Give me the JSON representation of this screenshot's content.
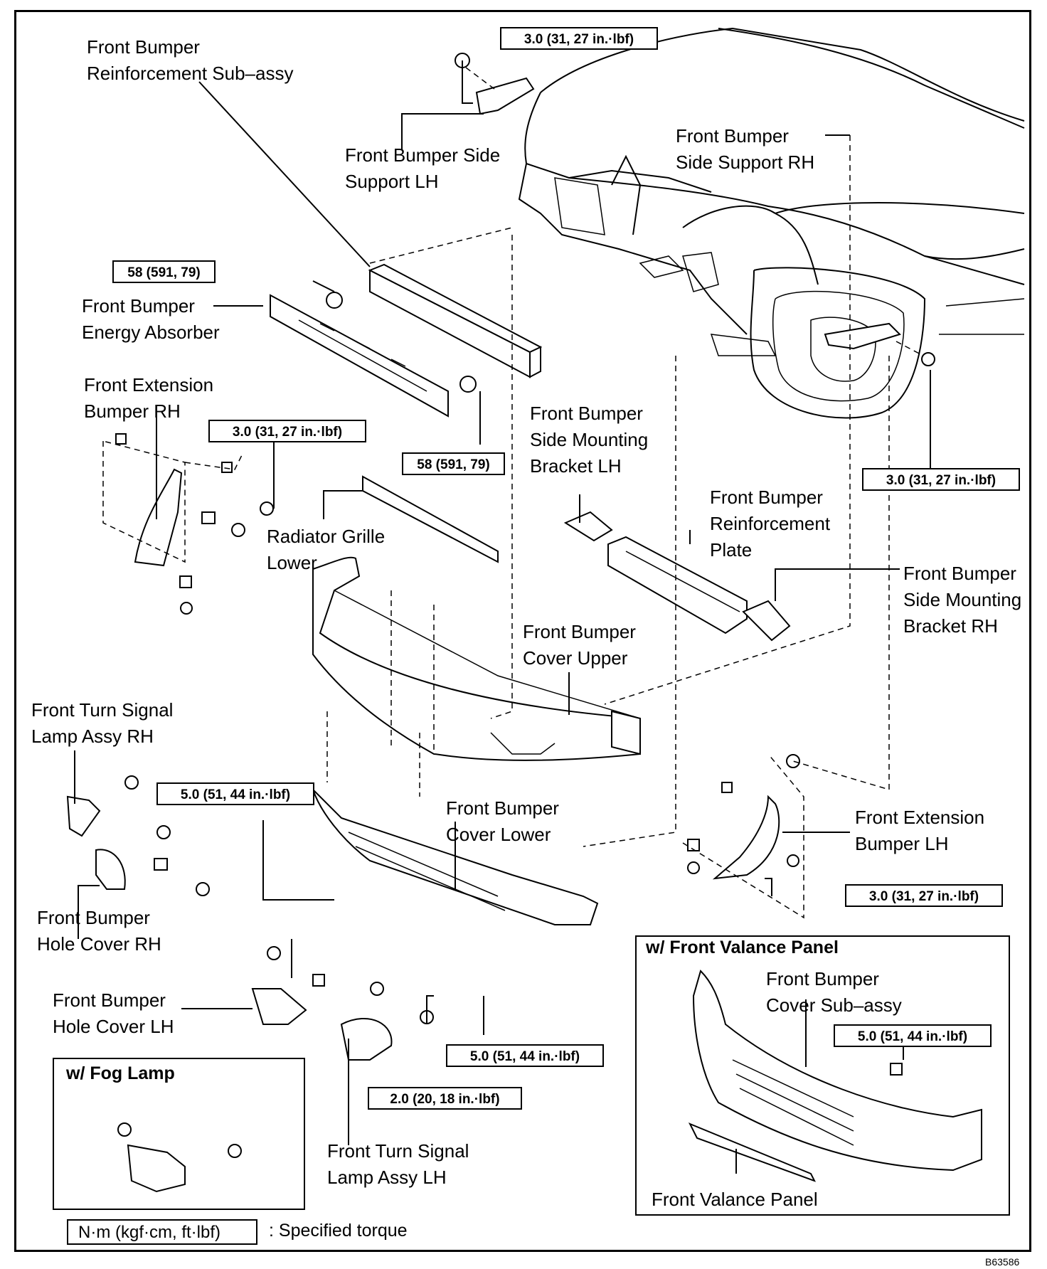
{
  "labels": {
    "reinforcement": "Front Bumper\nReinforcement Sub–assy",
    "side_support_lh": "Front Bumper Side\nSupport LH",
    "side_support_rh": "Front Bumper\nSide Support RH",
    "energy_absorber": "Front Bumper\nEnergy Absorber",
    "extension_rh": "Front Extension\nBumper RH",
    "radiator_grille_lower": "Radiator Grille\nLower",
    "side_mounting_bracket_lh": "Front Bumper\nSide Mounting\nBracket LH",
    "reinforcement_plate": "Front Bumper\nReinforcement\nPlate",
    "side_mounting_bracket_rh": "Front Bumper\nSide Mounting\nBracket RH",
    "cover_upper": "Front Bumper\nCover Upper",
    "turn_signal_rh": "Front Turn Signal\nLamp Assy RH",
    "cover_lower": "Front Bumper\nCover Lower",
    "extension_lh": "Front Extension\nBumper LH",
    "hole_cover_rh": "Front Bumper\nHole Cover RH",
    "hole_cover_lh": "Front Bumper\nHole Cover LH",
    "turn_signal_lh": "Front Turn Signal\nLamp Assy LH",
    "cover_sub_assy": "Front Bumper\nCover Sub–assy",
    "valance_panel": "Front Valance Panel"
  },
  "torques": {
    "t_side_support_lh": "3.0 (31, 27 in.·lbf)",
    "t_absorber_left": "58 (591, 79)",
    "t_absorber_right": "58 (591, 79)",
    "t_extension_rh": "3.0 (31, 27 in.·lbf)",
    "t_side_support_rh": "3.0 (31, 27 in.·lbf)",
    "t_cover_lower_left": "5.0 (51, 44 in.·lbf)",
    "t_extension_lh": "3.0 (31, 27 in.·lbf)",
    "t_cover_lower_bottom": "5.0 (51, 44 in.·lbf)",
    "t_turn_signal_lh": "2.0 (20, 18 in.·lbf)",
    "t_valance": "5.0 (51, 44 in.·lbf)"
  },
  "insets": {
    "fog_lamp": "w/ Fog Lamp",
    "valance_panel": "w/ Front Valance Panel"
  },
  "legend": {
    "unit": "N·m (kgf·cm, ft·lbf)",
    "meaning": ": Specified torque"
  },
  "figure_code": "B63586"
}
